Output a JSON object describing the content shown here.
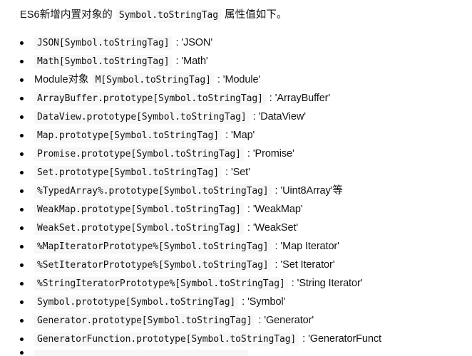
{
  "intro": {
    "prefix": "ES6新增内置对象的",
    "code": "Symbol.toStringTag",
    "suffix": "属性值如下。"
  },
  "colors": {
    "code_background": "#f7f7f7",
    "text": "#111111",
    "page_background": "#ffffff"
  },
  "list": {
    "separator": ":",
    "items": [
      {
        "prefix": "",
        "code": "JSON[Symbol.toStringTag]",
        "value": "'JSON'",
        "suffix": ""
      },
      {
        "prefix": "",
        "code": "Math[Symbol.toStringTag]",
        "value": "'Math'",
        "suffix": ""
      },
      {
        "prefix": "Module对象",
        "code": "M[Symbol.toStringTag]",
        "value": "'Module'",
        "suffix": ""
      },
      {
        "prefix": "",
        "code": "ArrayBuffer.prototype[Symbol.toStringTag]",
        "value": "'ArrayBuffer'",
        "suffix": ""
      },
      {
        "prefix": "",
        "code": "DataView.prototype[Symbol.toStringTag]",
        "value": "'DataView'",
        "suffix": ""
      },
      {
        "prefix": "",
        "code": "Map.prototype[Symbol.toStringTag]",
        "value": "'Map'",
        "suffix": ""
      },
      {
        "prefix": "",
        "code": "Promise.prototype[Symbol.toStringTag]",
        "value": "'Promise'",
        "suffix": ""
      },
      {
        "prefix": "",
        "code": "Set.prototype[Symbol.toStringTag]",
        "value": "'Set'",
        "suffix": ""
      },
      {
        "prefix": "",
        "code": "%TypedArray%.prototype[Symbol.toStringTag]",
        "value": "'Uint8Array'",
        "suffix": "等"
      },
      {
        "prefix": "",
        "code": "WeakMap.prototype[Symbol.toStringTag]",
        "value": "'WeakMap'",
        "suffix": ""
      },
      {
        "prefix": "",
        "code": "WeakSet.prototype[Symbol.toStringTag]",
        "value": "'WeakSet'",
        "suffix": ""
      },
      {
        "prefix": "",
        "code": "%MapIteratorPrototype%[Symbol.toStringTag]",
        "value": "'Map Iterator'",
        "suffix": ""
      },
      {
        "prefix": "",
        "code": "%SetIteratorPrototype%[Symbol.toStringTag]",
        "value": "'Set Iterator'",
        "suffix": ""
      },
      {
        "prefix": "",
        "code": "%StringIteratorPrototype%[Symbol.toStringTag]",
        "value": "'String Iterator'",
        "suffix": ""
      },
      {
        "prefix": "",
        "code": "Symbol.prototype[Symbol.toStringTag]",
        "value": "'Symbol'",
        "suffix": ""
      },
      {
        "prefix": "",
        "code": "Generator.prototype[Symbol.toStringTag]",
        "value": "'Generator'",
        "suffix": ""
      },
      {
        "prefix": "",
        "code": "GeneratorFunction.prototype[Symbol.toStringTag]",
        "value": "'GeneratorFunct",
        "suffix": ""
      }
    ]
  }
}
